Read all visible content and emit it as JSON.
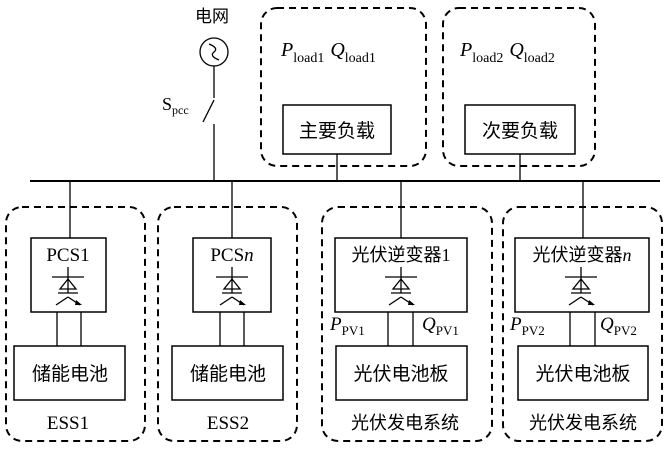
{
  "grid": {
    "name": "电网",
    "symbol": "~",
    "switch_main": "S",
    "switch_sub": "pcc"
  },
  "loads": [
    {
      "p_main": "P",
      "p_sub": "load1",
      "q_main": "Q",
      "q_sub": "load1",
      "box_label": "主要负载"
    },
    {
      "p_main": "P",
      "p_sub": "load2",
      "q_main": "Q",
      "q_sub": "load2",
      "box_label": "次要负载"
    }
  ],
  "ess": [
    {
      "pcs_main": "PCS",
      "pcs_suffix": "1",
      "battery": "储能电池",
      "system": "ESS1"
    },
    {
      "pcs_main": "PCS",
      "pcs_suffix": "n",
      "battery": "储能电池",
      "system": "ESS2"
    }
  ],
  "pv": [
    {
      "inverter_main": "光伏逆变器",
      "inverter_suffix": "1",
      "p_main": "P",
      "p_sub": "PV1",
      "q_main": "Q",
      "q_sub": "PV1",
      "panel": "光伏电池板",
      "system": "光伏发电系统"
    },
    {
      "inverter_main": "光伏逆变器",
      "inverter_suffix": "n",
      "p_main": "P",
      "p_sub": "PV2",
      "q_main": "Q",
      "q_sub": "PV2",
      "panel": "光伏电池板",
      "system": "光伏发电系统"
    }
  ]
}
